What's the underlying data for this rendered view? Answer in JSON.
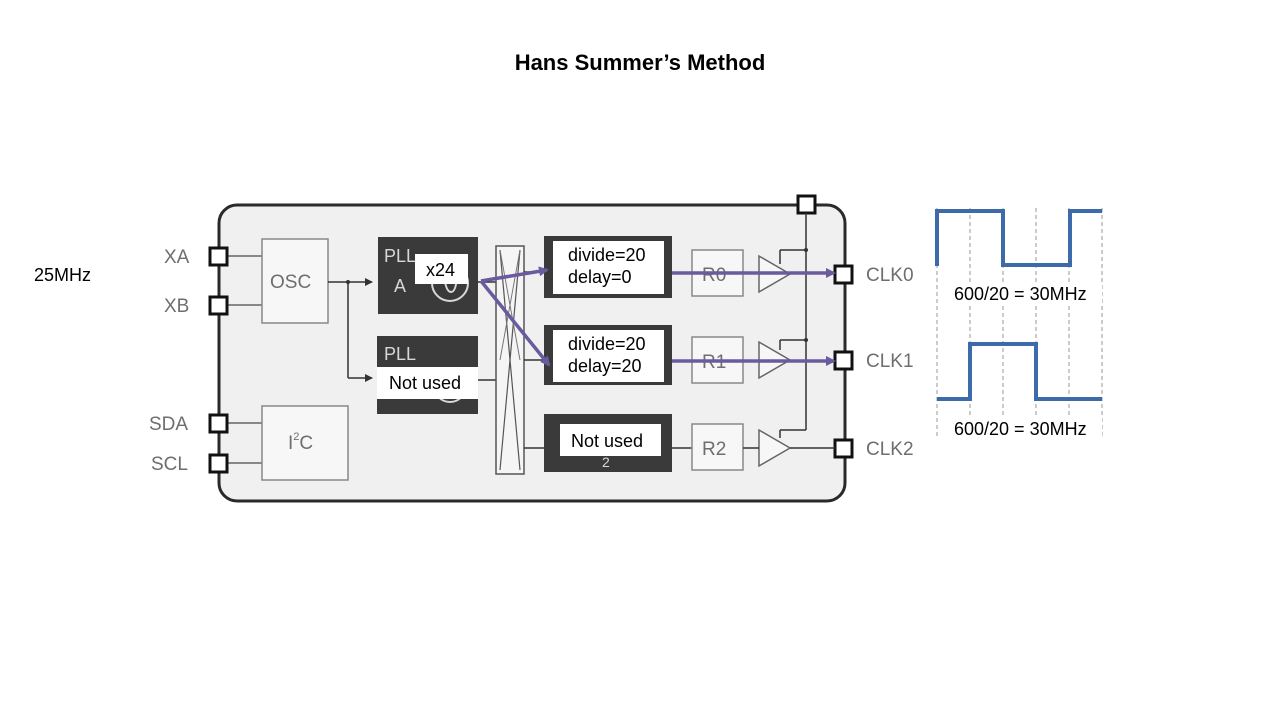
{
  "title": "Hans Summer’s Method",
  "input_frequency": "25MHz",
  "pins": {
    "xa": "XA",
    "xb": "XB",
    "sda": "SDA",
    "scl": "SCL",
    "clk0": "CLK0",
    "clk1": "CLK1",
    "clk2": "CLK2"
  },
  "blocks": {
    "osc": "OSC",
    "i2c": "I",
    "i2c_sup": "2",
    "i2c_suffix": "C",
    "pll_a_top": "PLL",
    "pll_a_bottom": "A",
    "pll_b_top": "PLL",
    "r0": "R0",
    "r1": "R1",
    "r2": "R2",
    "ms2_bottom": "2"
  },
  "overlays": {
    "pll_a_mult": "x24",
    "pll_b_status": "Not used",
    "ms0_line1": "divide=20",
    "ms0_line2": "delay=0",
    "ms1_line1": "divide=20",
    "ms1_line2": "delay=20",
    "ms2_status": "Not used"
  },
  "waveforms": {
    "clk0_caption": "600/20 = 30MHz",
    "clk1_caption": "600/20 = 30MHz",
    "color": "#3d6aa8"
  },
  "colors": {
    "arrow": "#6a5a9e",
    "chip_bg": "#f0f0f0",
    "block_dark": "#3a3a3a"
  }
}
